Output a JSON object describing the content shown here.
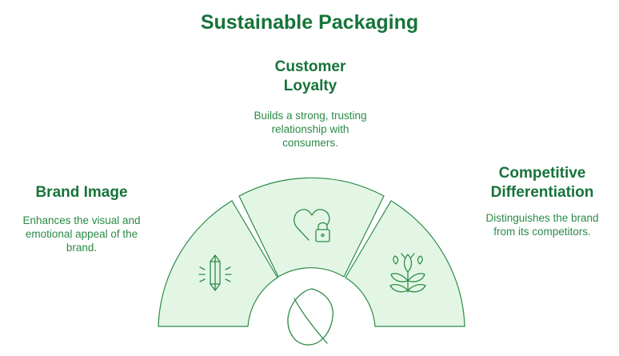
{
  "title": "Sustainable Packaging",
  "center": {
    "icon": "leaf-icon"
  },
  "segments": [
    {
      "heading_lines": [
        "Brand Image"
      ],
      "description_lines": [
        "Enhances the visual and",
        "emotional appeal of the",
        "brand."
      ],
      "icon": "crystal-icon"
    },
    {
      "heading_lines": [
        "Customer",
        "Loyalty"
      ],
      "description_lines": [
        "Builds a strong, trusting",
        "relationship with",
        "consumers."
      ],
      "icon": "heart-lock-icon"
    },
    {
      "heading_lines": [
        "Competitive",
        "Differentiation"
      ],
      "description_lines": [
        "Distinguishes the brand",
        "from its competitors."
      ],
      "icon": "plant-icon"
    }
  ],
  "colors": {
    "text": "#17733a",
    "segment_fill": "#e3f6e6",
    "stroke": "#2e8b47"
  }
}
